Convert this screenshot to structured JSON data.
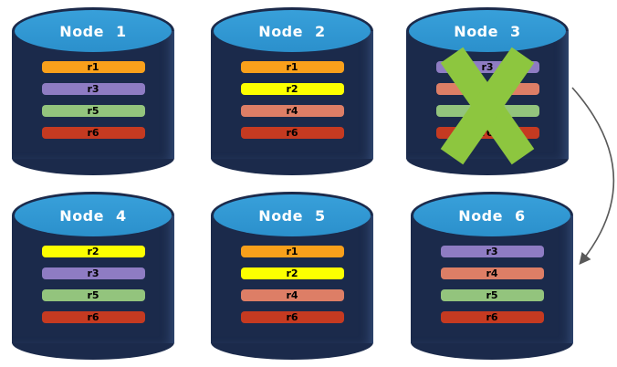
{
  "colors": {
    "cylinder_body": "#1B2A4B",
    "cylinder_top": "#2E97D4",
    "title_text": "#FFFFFF",
    "bar_text": "#000000",
    "x_mark": "#8DC63F",
    "arrow": "#595959",
    "replica_colors": {
      "r1": "#F9A01B",
      "r2": "#FCFF00",
      "r3": "#8E7CC3",
      "r4": "#DD7E66",
      "r5": "#93C47D",
      "r6": "#C53A21"
    }
  },
  "nodes": [
    {
      "label": "Node 1",
      "replicas": [
        "r1",
        "r3",
        "r5",
        "r6"
      ],
      "failed": false
    },
    {
      "label": "Node 2",
      "replicas": [
        "r1",
        "r2",
        "r4",
        "r6"
      ],
      "failed": false
    },
    {
      "label": "Node 3",
      "replicas": [
        "r3",
        "r4",
        "r5",
        "r6"
      ],
      "failed": true
    },
    {
      "label": "Node 4",
      "replicas": [
        "r2",
        "r3",
        "r5",
        "r6"
      ],
      "failed": false
    },
    {
      "label": "Node 5",
      "replicas": [
        "r1",
        "r2",
        "r4",
        "r6"
      ],
      "failed": false
    },
    {
      "label": "Node 6",
      "replicas": [
        "r3",
        "r4",
        "r5",
        "r6"
      ],
      "failed": false
    }
  ],
  "x_mark": {
    "on_node": "Node 3"
  },
  "arrow": {
    "from": "Node 3",
    "to": "Node 6"
  }
}
